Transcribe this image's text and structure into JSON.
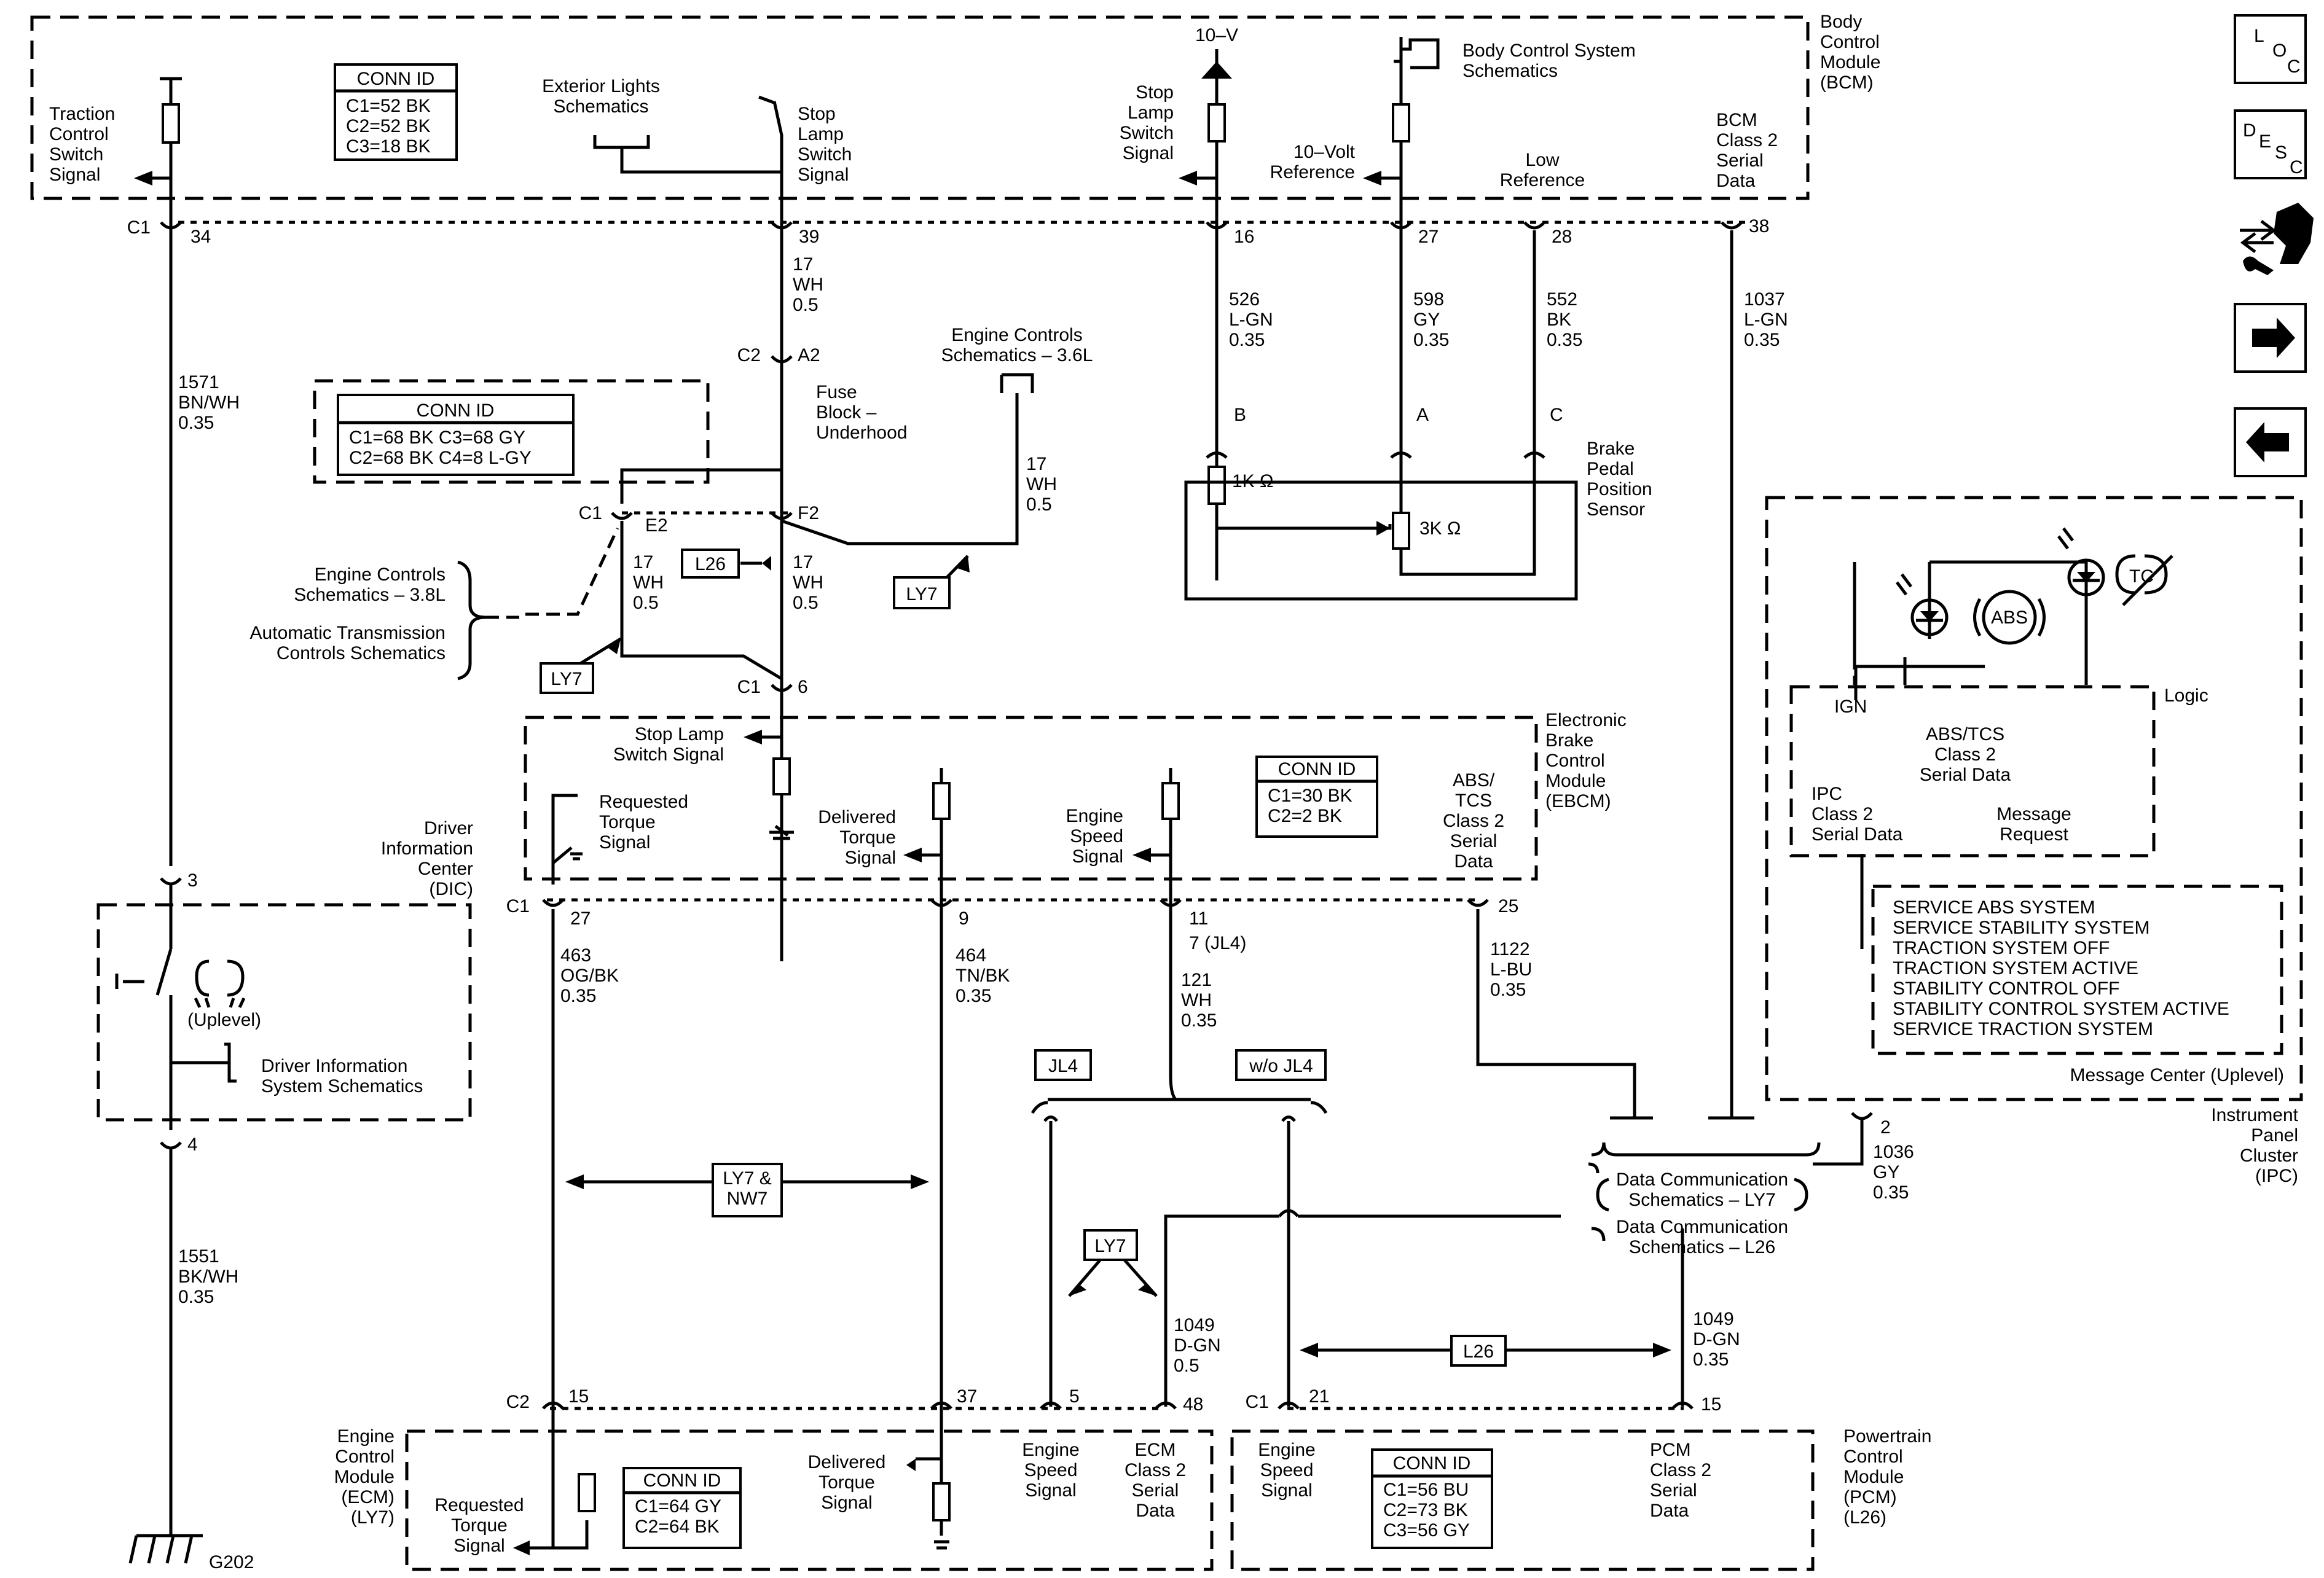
{
  "modules": {
    "bcm": {
      "title": [
        "Body",
        "Control",
        "Module",
        "(BCM)"
      ],
      "conn_id": {
        "header": "CONN ID",
        "rows": [
          "C1=52 BK",
          "C2=52 BK",
          "C3=18 BK"
        ]
      }
    },
    "ebcm": {
      "title": [
        "Electronic",
        "Brake",
        "Control",
        "Module",
        "(EBCM)"
      ],
      "conn_id": {
        "header": "CONN ID",
        "rows": [
          "C1=30 BK",
          "C2=2 BK"
        ]
      }
    },
    "ecm": {
      "title": [
        "Engine",
        "Control",
        "Module",
        "(ECM)",
        "(LY7)"
      ],
      "conn_id": {
        "header": "CONN ID",
        "rows": [
          "C1=64 GY",
          "C2=64 BK"
        ]
      }
    },
    "pcm": {
      "title": [
        "Powertrain",
        "Control",
        "Module",
        "(PCM)",
        "(L26)"
      ],
      "conn_id": {
        "header": "CONN ID",
        "rows": [
          "C1=56 BU",
          "C2=73 BK",
          "C3=56 GY"
        ]
      }
    },
    "fuse_block": {
      "title": [
        "Fuse",
        "Block –",
        "Underhood"
      ],
      "conn_id": {
        "header": "CONN ID",
        "rows": [
          "C1=68 BK C3=68 GY",
          "C2=68 BK C4=8 L-GY"
        ]
      }
    },
    "ipc": {
      "title": [
        "Instrument",
        "Panel",
        "Cluster",
        "(IPC)"
      ]
    },
    "dic": {
      "title": [
        "Driver",
        "Information",
        "Center",
        "(DIC)"
      ]
    },
    "bpps": {
      "title": [
        "Brake",
        "Pedal",
        "Position",
        "Sensor"
      ]
    }
  },
  "labels": {
    "traction_switch": [
      "Traction",
      "Control",
      "Switch",
      "Signal"
    ],
    "ext_lights": [
      "Exterior Lights",
      "Schematics"
    ],
    "stop_lamp_switch": [
      "Stop",
      "Lamp",
      "Switch",
      "Signal"
    ],
    "ten_v": "10–V",
    "stop_lamp_switch2": [
      "Stop",
      "Lamp",
      "Switch",
      "Signal"
    ],
    "body_ctrl": [
      "Body Control System",
      "Schematics"
    ],
    "ten_volt_ref": [
      "10–Volt",
      "Reference"
    ],
    "low_ref": [
      "Low",
      "Reference"
    ],
    "bcm_serial": [
      "BCM",
      "Class 2",
      "Serial",
      "Data"
    ],
    "eng_ctrl_36": [
      "Engine Controls",
      "Schematics – 3.6L"
    ],
    "eng_ctrl_38": [
      "Engine Controls",
      "Schematics – 3.8L"
    ],
    "auto_trans": [
      "Automatic Transmission",
      "Controls Schematics"
    ],
    "stop_lamp_sig": [
      "Stop Lamp",
      "Switch Signal"
    ],
    "req_torque": [
      "Requested",
      "Torque",
      "Signal"
    ],
    "deliv_torque": [
      "Delivered",
      "Torque",
      "Signal"
    ],
    "eng_speed": [
      "Engine",
      "Speed",
      "Signal"
    ],
    "ebcm_serial": [
      "ABS/",
      "TCS",
      "Class 2",
      "Serial",
      "Data"
    ],
    "uplevel": "(Uplevel)",
    "dic_schem": [
      "Driver Information",
      "System Schematics"
    ],
    "ign": "IGN",
    "logic": "Logic",
    "abs_tcs_serial": [
      "ABS/TCS",
      "Class 2",
      "Serial Data"
    ],
    "ipc_serial": [
      "IPC",
      "Class 2",
      "Serial Data"
    ],
    "msg_request": [
      "Message",
      "Request"
    ],
    "msg_center": "Message Center (Uplevel)",
    "data_comm_ly7": [
      "Data Communication",
      "Schematics – LY7"
    ],
    "data_comm_l26": [
      "Data Communication",
      "Schematics – L26"
    ],
    "ecm_req_torque": [
      "Requested",
      "Torque",
      "Signal"
    ],
    "ecm_deliv_torque": [
      "Delivered",
      "Torque",
      "Signal"
    ],
    "ecm_eng_speed": [
      "Engine",
      "Speed",
      "Signal"
    ],
    "ecm_serial": [
      "ECM",
      "Class 2",
      "Serial",
      "Data"
    ],
    "pcm_eng_speed": [
      "Engine",
      "Speed",
      "Signal"
    ],
    "pcm_serial": [
      "PCM",
      "Class 2",
      "Serial",
      "Data"
    ],
    "ground": "G202",
    "res_1k": "1K Ω",
    "res_3k": "3K Ω",
    "abs_lamp": "ABS",
    "tc_lamp": "TC"
  },
  "messages": [
    "SERVICE ABS SYSTEM",
    "SERVICE STABILITY SYSTEM",
    "TRACTION SYSTEM OFF",
    "TRACTION SYSTEM ACTIVE",
    "STABILITY CONTROL OFF",
    "STABILITY CONTROL SYSTEM ACTIVE",
    "SERVICE TRACTION SYSTEM"
  ],
  "wires": {
    "w1571": [
      "1571",
      "BN/WH",
      "0.35"
    ],
    "w17a": [
      "17",
      "WH",
      "0.5"
    ],
    "w17b": [
      "17",
      "WH",
      "0.5"
    ],
    "w17c": [
      "17",
      "WH",
      "0.5"
    ],
    "w17d": [
      "17",
      "WH",
      "0.5"
    ],
    "w526": [
      "526",
      "L-GN",
      "0.35"
    ],
    "w598": [
      "598",
      "GY",
      "0.35"
    ],
    "w552": [
      "552",
      "BK",
      "0.35"
    ],
    "w1037": [
      "1037",
      "L-GN",
      "0.35"
    ],
    "w1551": [
      "1551",
      "BK/WH",
      "0.35"
    ],
    "w463": [
      "463",
      "OG/BK",
      "0.35"
    ],
    "w464": [
      "464",
      "TN/BK",
      "0.35"
    ],
    "w121": [
      "121",
      "WH",
      "0.35"
    ],
    "w1122": [
      "1122",
      "L-BU",
      "0.35"
    ],
    "w1036": [
      "1036",
      "GY",
      "0.35"
    ],
    "w1049a": [
      "1049",
      "D-GN",
      "0.5"
    ],
    "w1049b": [
      "1049",
      "D-GN",
      "0.35"
    ]
  },
  "pins": {
    "c1": "C1",
    "c2": "C2",
    "p34": "34",
    "p39": "39",
    "p16": "16",
    "p27": "27",
    "p28": "28",
    "p38": "38",
    "a2": "A2",
    "e2": "E2",
    "f2": "F2",
    "p6": "6",
    "pB": "B",
    "pA": "A",
    "pC": "C",
    "p3": "3",
    "p4": "4",
    "p27b": "27",
    "p9": "9",
    "p11": "11",
    "p11b": "7 (JL4)",
    "p25": "25",
    "p2": "2",
    "p15": "15",
    "p37": "37",
    "p5": "5",
    "p48": "48",
    "p21": "21",
    "p15b": "15"
  },
  "tags": {
    "l26a": "L26",
    "ly7a": "LY7",
    "ly7b": "LY7",
    "jl4": "JL4",
    "wojl4": "w/o JL4",
    "ly7nw7": [
      "LY7 &",
      "NW7"
    ],
    "ly7c": "LY7",
    "l26b": "L26"
  },
  "nav": {
    "loc": [
      "L",
      "O",
      "C"
    ],
    "desc": [
      "D",
      "E",
      "S",
      "C"
    ]
  }
}
